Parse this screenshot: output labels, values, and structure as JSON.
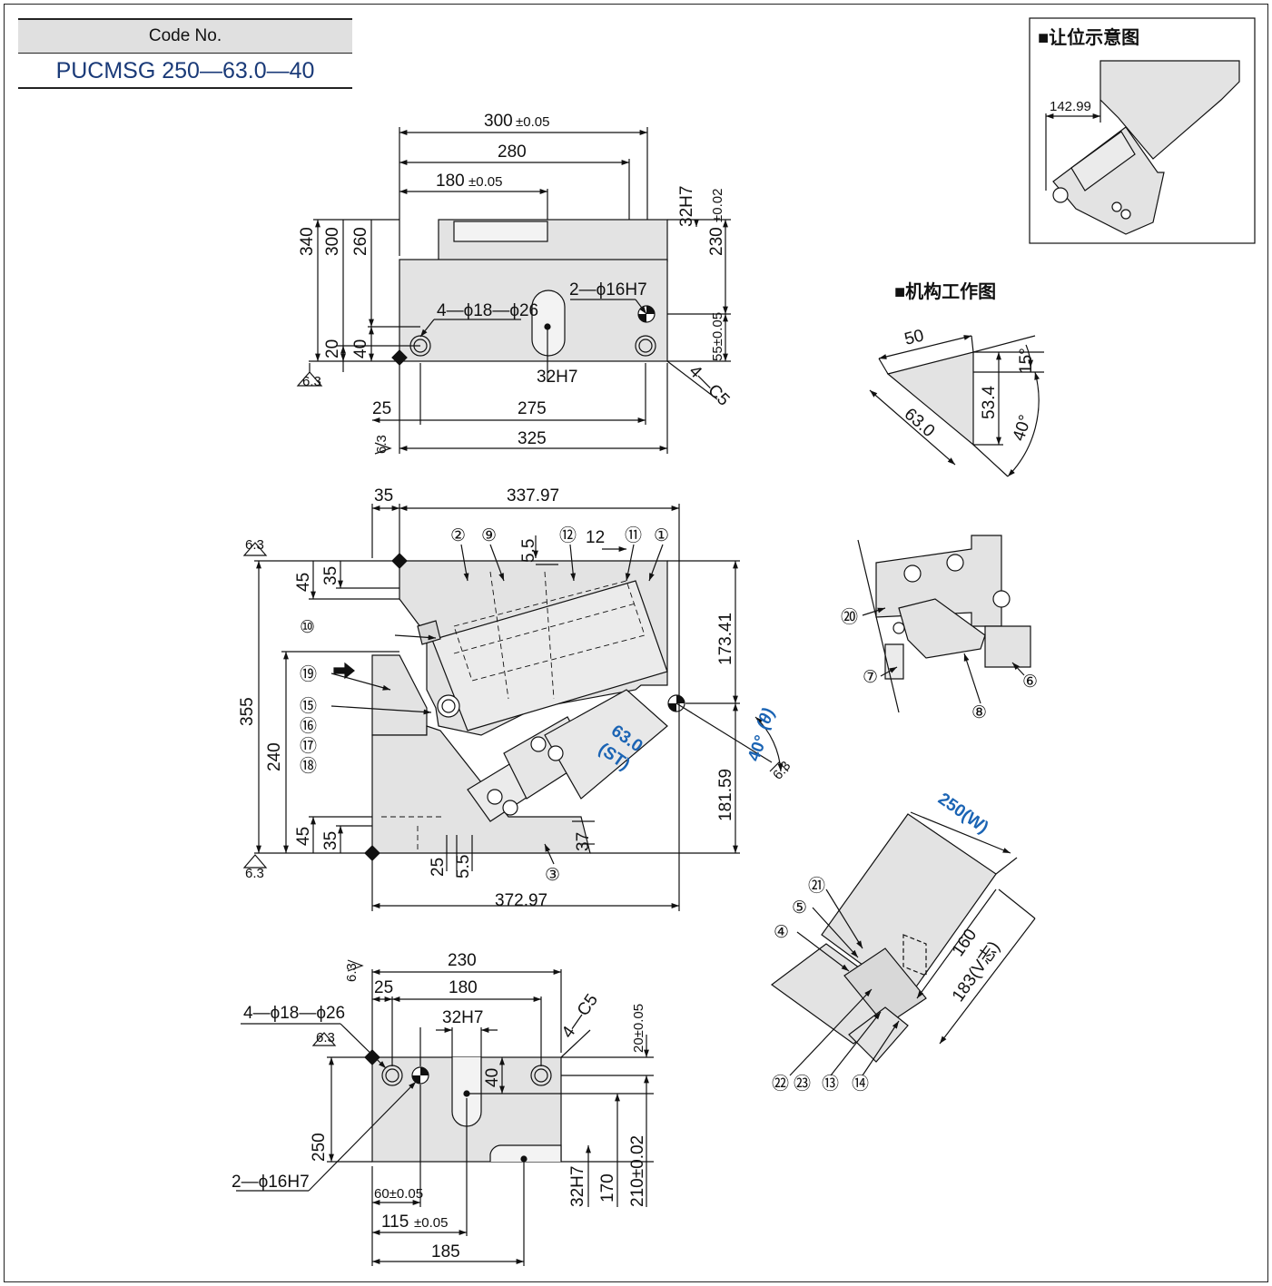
{
  "code_box": {
    "header": "Code No.",
    "value": "PUCMSG 250—63.0—40"
  },
  "insets": {
    "clearance": {
      "title": "■让位示意图",
      "dim": "142.99"
    },
    "mechanism": {
      "title": "■机构工作图",
      "d50": "50",
      "d15": "15°",
      "d534": "53.4",
      "d630": "63.0",
      "d40": "40°"
    }
  },
  "top_view": {
    "d300": "300",
    "d300_tol": "±0.05",
    "d280": "280",
    "d180": "180",
    "d180_tol": "±0.05",
    "d32h7": "32H7",
    "d230": "230",
    "d230_tol": "±0.02",
    "d340": "340",
    "d300v": "300",
    "d260": "260",
    "d40": "40",
    "d20": "20",
    "d55": "55±0.05",
    "pin": "2—ϕ16H7",
    "holes": "4—ϕ18—ϕ26",
    "slot": "32H7",
    "chamfer": "4—C5",
    "d25": "25",
    "d275": "275",
    "d325": "325",
    "rough": "6.3"
  },
  "front_view": {
    "d35a": "35",
    "d33797": "337.97",
    "d55": "5.5",
    "d12": "12",
    "d45": "45",
    "d35b": "35",
    "d355": "355",
    "d240": "240",
    "d17341": "173.41",
    "d18159": "181.59",
    "angle": "40°",
    "theta": "(θ)",
    "stroke": "63.0",
    "st": "(ST)",
    "d45b": "45",
    "d35c": "35",
    "d37": "37",
    "d25": "25",
    "d55b": "5.5",
    "d37297": "372.97",
    "rough": "6.3"
  },
  "bottom_view": {
    "d230": "230",
    "d25": "25",
    "d180": "180",
    "d32h7": "32H7",
    "chamfer": "4—C5",
    "holes": "4—ϕ18—ϕ26",
    "d20": "20±0.05",
    "d40": "40",
    "d250": "250",
    "pin": "2—ϕ16H7",
    "d60": "60±0.05",
    "d115": "115",
    "d115_tol": "±0.05",
    "d185": "185",
    "d32h7b": "32H7",
    "d170": "170",
    "d210": "210±0.02",
    "rough": "6.3"
  },
  "iso_view": {
    "width": "250(W)",
    "d160": "160",
    "d183": "183(V志)"
  },
  "balloons": [
    "①",
    "②",
    "③",
    "④",
    "⑤",
    "⑥",
    "⑦",
    "⑧",
    "⑨",
    "⑩",
    "⑪",
    "⑫",
    "⑬",
    "⑭",
    "⑮",
    "⑯",
    "⑰",
    "⑱",
    "⑲",
    "⑳",
    "㉑",
    "㉒",
    "㉓"
  ]
}
